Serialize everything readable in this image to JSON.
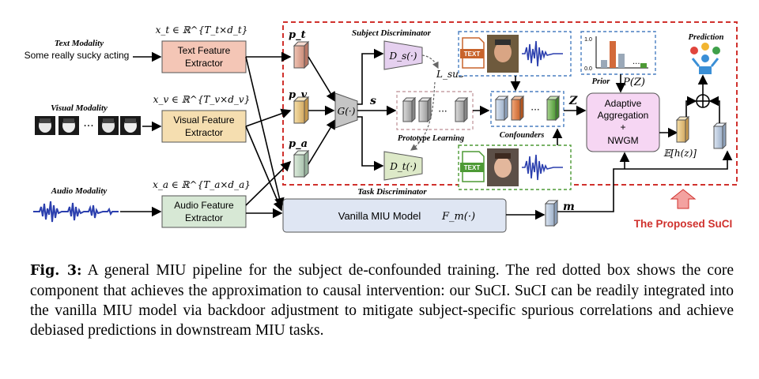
{
  "inputs": {
    "text_title": "Text Modality",
    "text_sample": "Some really sucky acting",
    "visual_title": "Visual Modality",
    "audio_title": "Audio Modality"
  },
  "extractors": {
    "text": [
      "Text Feature",
      "Extractor"
    ],
    "visual": [
      "Visual Feature",
      "Extractor"
    ],
    "audio": [
      "Audio Feature",
      "Extractor"
    ],
    "text_dim": "x_t ∈ ℝ^{T_t×d_t}",
    "visual_dim": "x_v ∈ ℝ^{T_v×d_v}",
    "audio_dim": "x_a ∈ ℝ^{T_a×d_a}"
  },
  "features": {
    "pt": "p_t",
    "pv": "p_v",
    "pa": "p_a",
    "s": "s",
    "z": "Z",
    "m": "m"
  },
  "core": {
    "generator": "G(·)",
    "subject_disc_title": "Subject Discriminator",
    "subject_disc": "D_s(·)",
    "task_disc_title": "Task Discriminator",
    "task_disc": "D_t(·)",
    "loss": "L_sub",
    "prototype_label": "Prototype Learning",
    "confounders_label": "Confounders",
    "text_icon": "TEXT",
    "prior_label": "Prior",
    "prior_symbol": "P(Z)",
    "prior_ticks": [
      "1.0",
      "0.0"
    ],
    "aggregation": [
      "Adaptive",
      "Aggregation",
      "+",
      "NWGM"
    ],
    "expectation": "𝔼[h(z)]",
    "prediction_label": "Prediction",
    "proposed_label": "The Proposed SuCI"
  },
  "vanilla": {
    "label": "Vanilla MIU Model",
    "symbol": "F_m(·)"
  },
  "colors": {
    "red_dash": "#d0312d",
    "text_box": "#f4c6b6",
    "visual_box": "#f5deb0",
    "audio_box": "#d7e8d5",
    "vanilla_box": "#dfe6f3",
    "agg_box": "#f6d6f3",
    "blue_dash": "#4a7fc1"
  },
  "caption": {
    "label": "Fig. 3:",
    "text": " A general MIU pipeline for the subject de-confounded training. The red dotted box shows the core component that achieves the approximation to causal intervention: our SuCI. SuCI can be readily integrated into the vanilla MIU model via backdoor adjustment to mitigate subject-specific spurious correlations and achieve debiased predictions in downstream MIU tasks."
  }
}
